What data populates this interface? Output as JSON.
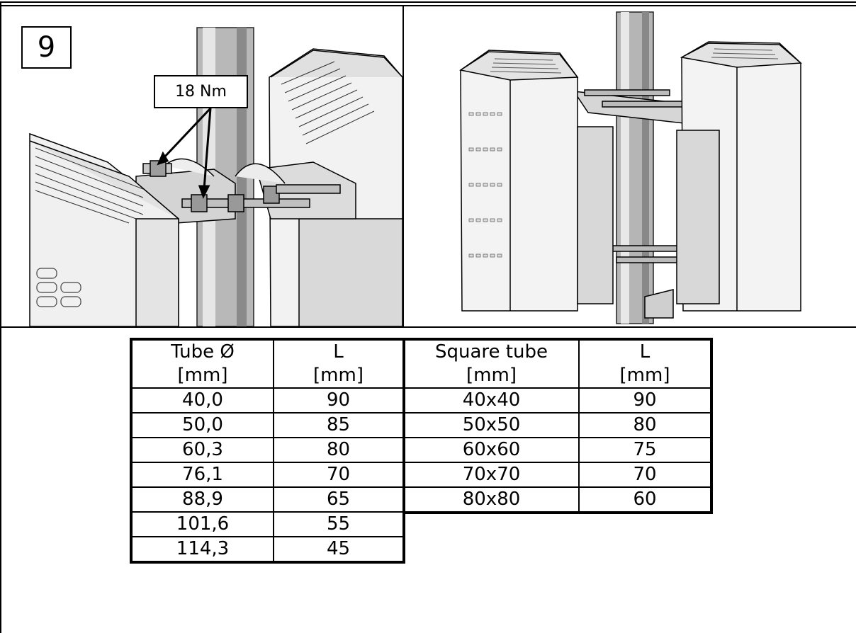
{
  "step": {
    "number": "9"
  },
  "callout": {
    "torque": "18 Nm"
  },
  "table_round": {
    "headers": [
      {
        "line1": "Tube Ø",
        "line2": "[mm]"
      },
      {
        "line1": "L",
        "line2": "[mm]"
      }
    ],
    "rows": [
      [
        "40,0",
        "90"
      ],
      [
        "50,0",
        "85"
      ],
      [
        "60,3",
        "80"
      ],
      [
        "76,1",
        "70"
      ],
      [
        "88,9",
        "65"
      ],
      [
        "101,6",
        "55"
      ],
      [
        "114,3",
        "45"
      ]
    ]
  },
  "table_square": {
    "headers": [
      {
        "line1": "Square tube",
        "line2": "[mm]"
      },
      {
        "line1": "L",
        "line2": "[mm]"
      }
    ],
    "rows": [
      [
        "40x40",
        "90"
      ],
      [
        "50x50",
        "80"
      ],
      [
        "60x60",
        "75"
      ],
      [
        "70x70",
        "70"
      ],
      [
        "80x80",
        "60"
      ]
    ]
  }
}
